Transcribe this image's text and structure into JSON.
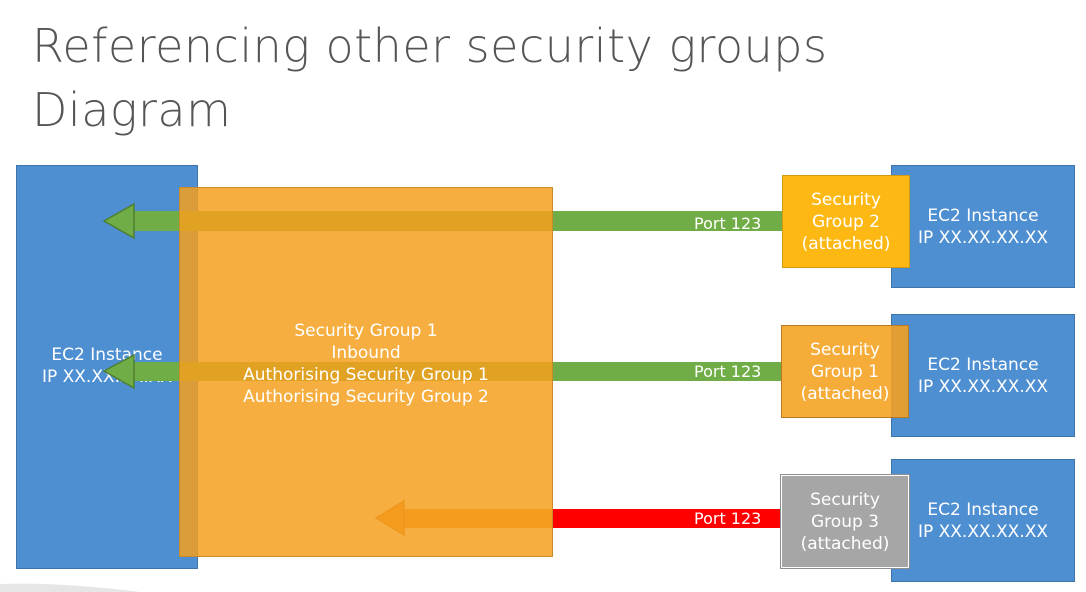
{
  "title": {
    "line1": "Referencing other security groups",
    "line2": "Diagram"
  },
  "left_instance": {
    "name": "EC2 Instance",
    "ip": "IP XX.XX.XX.XX"
  },
  "security_group_main": {
    "line1": "Security Group 1",
    "line2": "Inbound",
    "line3": "Authorising Security Group 1",
    "line4": "Authorising Security Group 2"
  },
  "right_instances": [
    {
      "name": "EC2 Instance",
      "ip": "IP XX.XX.XX.XX"
    },
    {
      "name": "EC2 Instance",
      "ip": "IP XX.XX.XX.XX"
    },
    {
      "name": "EC2 Instance",
      "ip": "IP XX.XX.XX.XX"
    }
  ],
  "attached_groups": [
    {
      "line1": "Security",
      "line2": "Group 2",
      "line3": "(attached)"
    },
    {
      "line1": "Security",
      "line2": "Group 1",
      "line3": "(attached)"
    },
    {
      "line1": "Security",
      "line2": "Group 3",
      "line3": "(attached)"
    }
  ],
  "ports": [
    "Port 123",
    "Port 123",
    "Port 123"
  ],
  "colors": {
    "ec2_blue": "#4e8fd2",
    "sg_orange": "#f5a01e",
    "sg2_yellow": "#fdb813",
    "sg3_gray": "#a6a6a6",
    "arrow_allowed": "#70ad47",
    "arrow_blocked_shaft": "#ff0000",
    "arrow_blocked_head": "#f58220"
  }
}
